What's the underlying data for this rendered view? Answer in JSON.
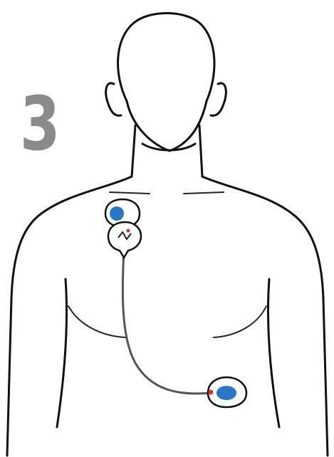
{
  "step": {
    "number": "3"
  },
  "colors": {
    "outline": "#111111",
    "step_number": "#8a8a8a",
    "electrode_blue": "#2a78c4",
    "cable": "#555555",
    "connector_red": "#d9302a"
  },
  "icons": {
    "body": "human-torso-outline",
    "upper_electrode": "electrode-pad-icon",
    "lower_electrode": "electrode-pad-icon",
    "sensor_unit": "sensor-unit-icon",
    "cable": "lead-wire"
  }
}
